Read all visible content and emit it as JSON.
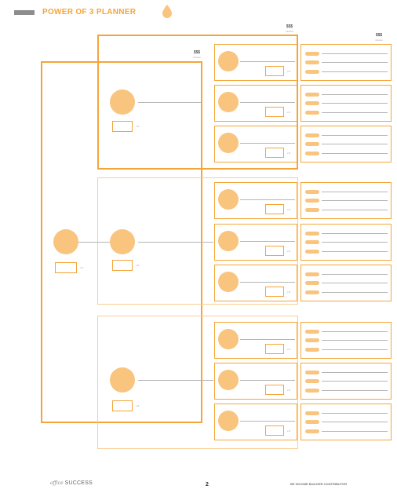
{
  "header": {
    "title": "POWER OF 3 PLANNER"
  },
  "levels": {
    "l1": {
      "label": "$$$",
      "sub": "income"
    },
    "l2": {
      "label": "$$$",
      "sub": "income"
    },
    "l3": {
      "label": "$$$",
      "sub": "income"
    }
  },
  "unit_label": "x #",
  "footer": {
    "left_italic": "office",
    "left_word": "SUCCESS",
    "page_number": "2",
    "right": "BE INCOME BUILDER CONTRIBUTOR"
  },
  "colors": {
    "accent": "#f4a53a",
    "accent_light": "#f9c47e",
    "line": "#b5b5b5"
  }
}
